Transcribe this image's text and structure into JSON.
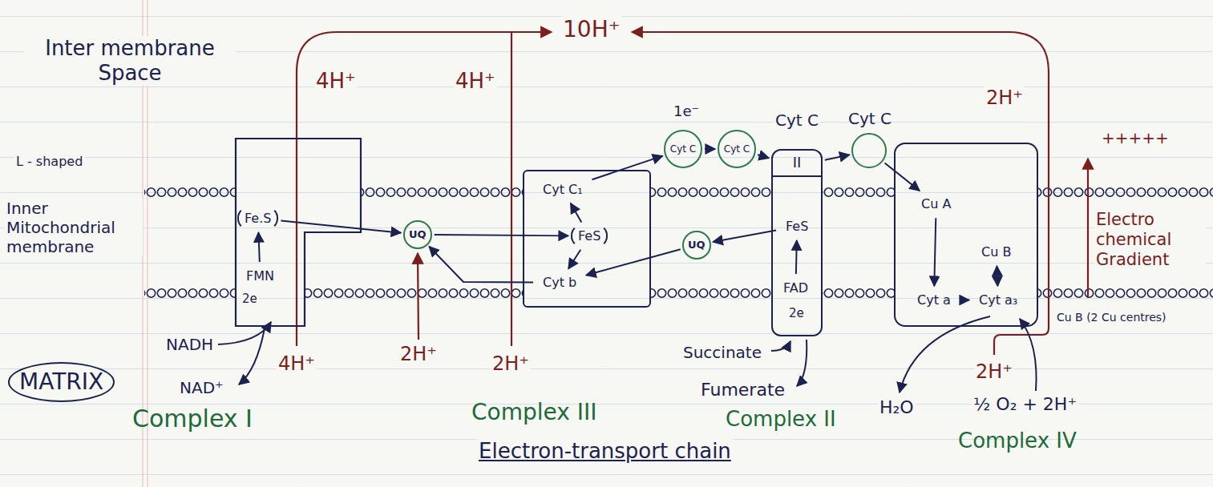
{
  "diagram": {
    "nodes": [
      {
        "text": [
          "Complex I"
        ]
      },
      {
        "text": [
          "Fe.S"
        ],
        "in": 0
      },
      {
        "text": [
          "FMN"
        ],
        "in": 0
      },
      {
        "text": [
          "UQ"
        ]
      },
      {
        "text": [
          "Complex III"
        ]
      },
      {
        "text": [
          "Cyt C₁"
        ],
        "in": 4
      },
      {
        "text": [
          "FeS"
        ],
        "in": 4
      },
      {
        "text": [
          "Cyt b"
        ],
        "in": 4
      },
      {
        "text": [
          "Cyt C"
        ]
      },
      {
        "text": [
          "Cyt C"
        ]
      },
      {
        "text": [
          "II",
          "Complex II"
        ]
      },
      {
        "text": [
          "FeS"
        ],
        "in": 10
      },
      {
        "text": [
          "FAD"
        ],
        "in": 10
      },
      {
        "text": [
          "UQ"
        ]
      },
      {
        "text": [
          "Cyt C"
        ]
      },
      {
        "text": [
          "Complex IV"
        ]
      },
      {
        "text": [
          "Cu A"
        ],
        "in": 15
      },
      {
        "text": [
          "Cu B"
        ],
        "in": 15
      },
      {
        "text": [
          "Cyt a"
        ],
        "in": 15
      },
      {
        "text": [
          "Cyt a₃"
        ],
        "in": 15
      }
    ],
    "edges": [
      {
        "from": 2,
        "to": 1,
        "arrow": "to"
      },
      {
        "from": 1,
        "to": 3,
        "arrow": "to"
      },
      {
        "from": 3,
        "to": 6,
        "arrow": "to"
      },
      {
        "from": 6,
        "to": 5,
        "arrow": "to"
      },
      {
        "from": 6,
        "to": 7,
        "arrow": "to"
      },
      {
        "from": 7,
        "to": 3,
        "arrow": "to"
      },
      {
        "from": 5,
        "to": 8,
        "arrow": "to"
      },
      {
        "from": 8,
        "to": 9,
        "arrow": "to"
      },
      {
        "from": 9,
        "to": 10,
        "arrow": "to"
      },
      {
        "from": 10,
        "to": 14,
        "arrow": "to"
      },
      {
        "from": 12,
        "to": 11,
        "arrow": "to"
      },
      {
        "from": 11,
        "to": 13,
        "arrow": "to"
      },
      {
        "from": 13,
        "to": 7,
        "arrow": "to"
      },
      {
        "from": 14,
        "to": 16,
        "arrow": "to"
      },
      {
        "from": 16,
        "to": 18,
        "arrow": "to"
      },
      {
        "from": 18,
        "to": 19,
        "arrow": "to"
      },
      {
        "from": 17,
        "to": 19,
        "arrow": "both"
      }
    ],
    "labels": [
      "Inter membrane Space",
      "L - shaped",
      "Inner Mitochondrial membrane",
      "MATRIX",
      "10H⁺",
      "4H⁺",
      "4H⁺",
      "2H⁺",
      "2e",
      "NADH",
      "NAD⁺",
      "4H⁺",
      "2H⁺",
      "2H⁺",
      "1e⁻",
      "Cyt C",
      "2e",
      "Succinate",
      "Fumerate",
      "Electron-transport chain",
      "H₂O",
      "½ O₂ + 2H⁺",
      "2H⁺",
      "Cu B (2 Cu centres)",
      "Electro chemical Gradient",
      "+++++"
    ]
  }
}
